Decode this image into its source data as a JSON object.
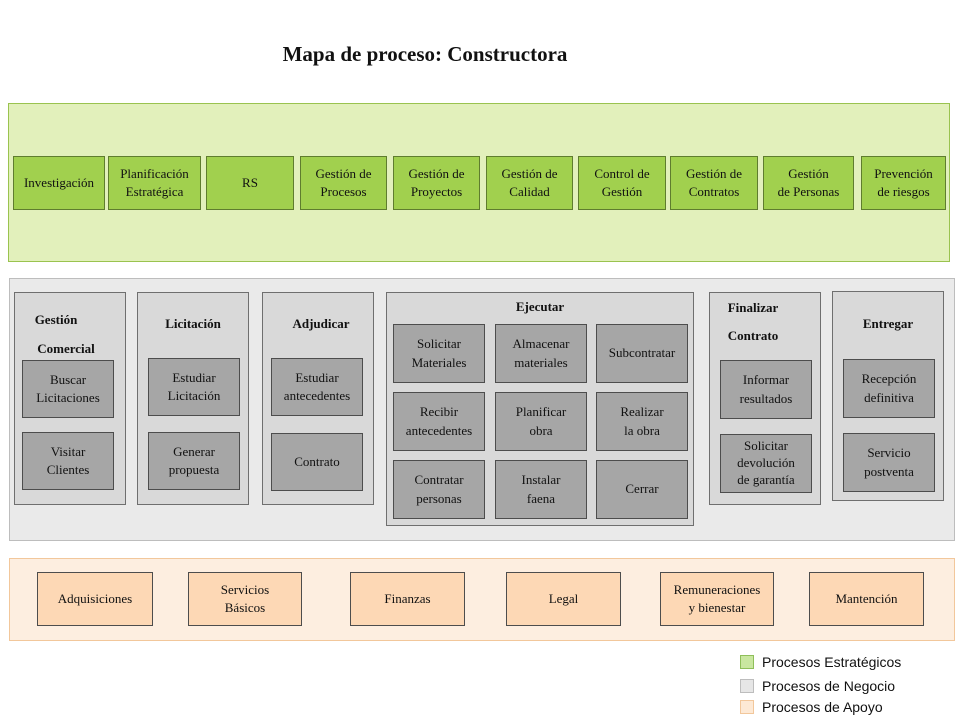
{
  "title": "Mapa de proceso: Constructora",
  "strategic": [
    {
      "l1": "Investigación",
      "l2": ""
    },
    {
      "l1": "Planificación",
      "l2": "Estratégica"
    },
    {
      "l1": "RS",
      "l2": ""
    },
    {
      "l1": "Gestión de",
      "l2": "Procesos"
    },
    {
      "l1": "Gestión de",
      "l2": "Proyectos"
    },
    {
      "l1": "Gestión de",
      "l2": "Calidad"
    },
    {
      "l1": "Control de",
      "l2": "Gestión"
    },
    {
      "l1": "Gestión de",
      "l2": "Contratos"
    },
    {
      "l1": "Gestión",
      "l2": "de Personas"
    },
    {
      "l1": "Prevención",
      "l2": "de riesgos"
    }
  ],
  "business": {
    "comercial": {
      "t1": "Gestión",
      "t2": "Comercial",
      "items": [
        {
          "l1": "Buscar",
          "l2": "Licitaciones"
        },
        {
          "l1": "Visitar",
          "l2": "Clientes"
        }
      ]
    },
    "licitacion": {
      "t1": "Licitación",
      "items": [
        {
          "l1": "Estudiar",
          "l2": "Licitación"
        },
        {
          "l1": "Generar",
          "l2": "propuesta"
        }
      ]
    },
    "adjudicar": {
      "t1": "Adjudicar",
      "items": [
        {
          "l1": "Estudiar",
          "l2": "antecedentes"
        },
        {
          "l1": "Contrato",
          "l2": ""
        }
      ]
    },
    "ejecutar": {
      "t1": "Ejecutar",
      "items": [
        {
          "l1": "Solicitar",
          "l2": "Materiales"
        },
        {
          "l1": "Almacenar",
          "l2": "materiales"
        },
        {
          "l1": "Subcontratar",
          "l2": ""
        },
        {
          "l1": "Recibir",
          "l2": "antecedentes"
        },
        {
          "l1": "Planificar",
          "l2": "obra"
        },
        {
          "l1": "Realizar",
          "l2": "la obra"
        },
        {
          "l1": "Contratar",
          "l2": "personas"
        },
        {
          "l1": "Instalar",
          "l2": "faena"
        },
        {
          "l1": "Cerrar",
          "l2": ""
        }
      ]
    },
    "finalizar": {
      "t1": "Finalizar",
      "t2": "Contrato",
      "items": [
        {
          "l1": "Informar",
          "l2": "resultados",
          "l3": ""
        },
        {
          "l1": "Solicitar",
          "l2": "devolución",
          "l3": "de garantía"
        }
      ]
    },
    "entregar": {
      "t1": "Entregar",
      "items": [
        {
          "l1": "Recepción",
          "l2": "definitiva"
        },
        {
          "l1": "Servicio",
          "l2": "postventa"
        }
      ]
    }
  },
  "support": [
    {
      "l1": "Adquisiciones",
      "l2": ""
    },
    {
      "l1": "Servicios",
      "l2": "Básicos"
    },
    {
      "l1": "Finanzas",
      "l2": ""
    },
    {
      "l1": "Legal",
      "l2": ""
    },
    {
      "l1": "Remuneraciones",
      "l2": "y bienestar"
    },
    {
      "l1": "Mantención",
      "l2": ""
    }
  ],
  "legend": [
    {
      "label": "Procesos Estratégicos",
      "color": "#c9e7a0"
    },
    {
      "label": "Procesos de Negocio",
      "color": "#e6e6e6"
    },
    {
      "label": "Procesos de Apoyo",
      "color": "#fde9d5"
    }
  ],
  "colors": {
    "strategic": "#a1d04e",
    "business": "#a6a6a6",
    "support": "#fdd8b5"
  }
}
